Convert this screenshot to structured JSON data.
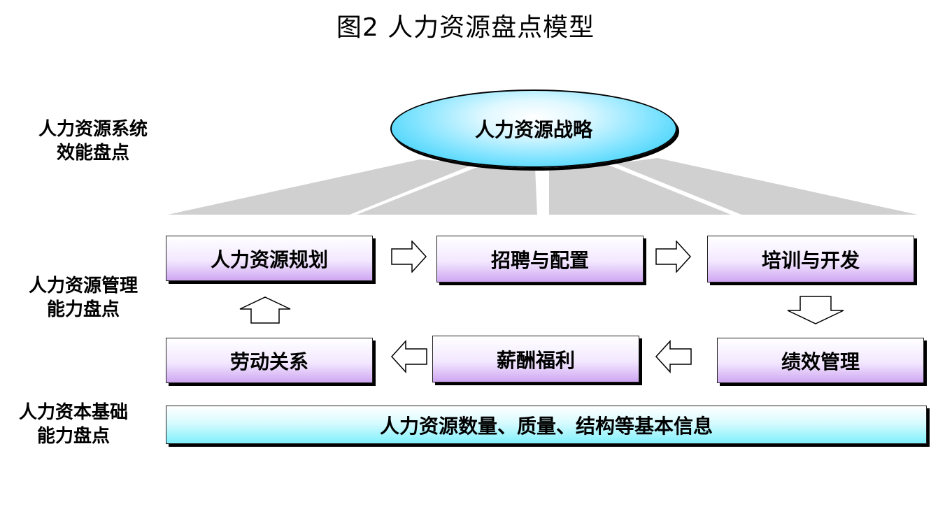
{
  "title": "图2  人力资源盘点模型",
  "side_labels": {
    "system_efficiency": [
      "人力资源系统",
      "效能盘点"
    ],
    "management_capability": [
      "人力资源管理",
      "能力盘点"
    ],
    "capital_foundation": [
      "人力资本基础",
      "能力盘点"
    ]
  },
  "strategy": "人力资源战略",
  "modules": {
    "planning": "人力资源规划",
    "recruitment": "招聘与配置",
    "training": "培训与开发",
    "performance": "绩效管理",
    "compensation": "薪酬福利",
    "labor_relations": "劳动关系"
  },
  "foundation": "人力资源数量、质量、结构等基本信息",
  "colors": {
    "ellipse_fill": "#19c6f5",
    "module_fill": "#cfa6f2",
    "foundation_fill": "#7ff0fb",
    "beam_gray": "#d0d0d0"
  }
}
